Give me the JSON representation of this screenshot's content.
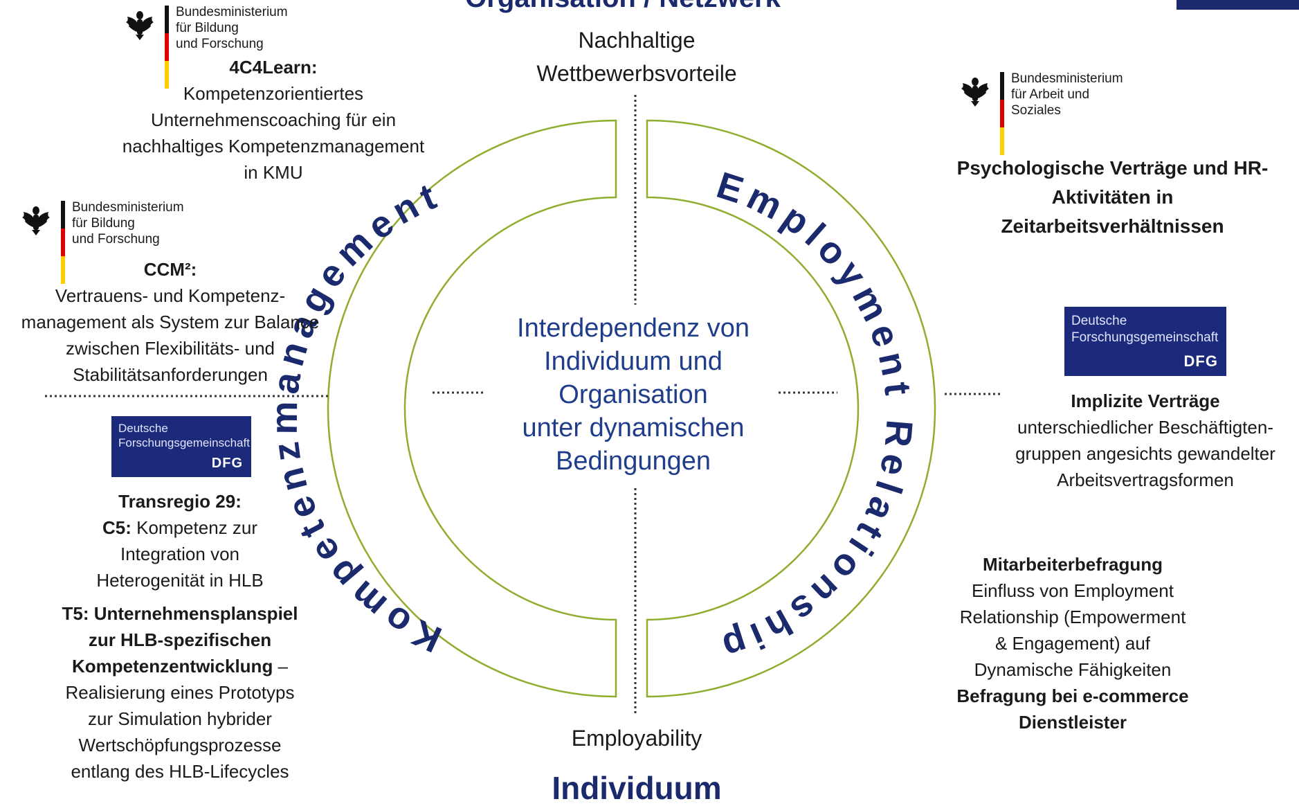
{
  "title_top": "Organisation / Netzwerk",
  "title_bottom": "Individuum",
  "top_label": [
    "Nachhaltige",
    "Wettbewerbsvorteile"
  ],
  "bottom_label": "Employability",
  "center_text": [
    "Interdependenz von",
    "Individuum und",
    "Organisation",
    "unter dynamischen",
    "Bedingungen"
  ],
  "ring_left_label": "Kompetenzmanagement",
  "ring_right_label": "Employment Relationship",
  "logos": {
    "bmbf": [
      "Bundesministerium",
      "für Bildung",
      "und Forschung"
    ],
    "bmas": [
      "Bundesministerium",
      "für Arbeit und Soziales"
    ],
    "dfg": [
      "Deutsche",
      "Forschungsgemeinschaft",
      "DFG"
    ]
  },
  "projects": {
    "p4c4": {
      "title": "4C4Learn:",
      "lines": [
        "Kompetenzorientiertes",
        "Unternehmenscoaching für ein",
        "nachhaltiges Kompetenzmanagement",
        "in KMU"
      ]
    },
    "ccm": {
      "title": "CCM²:",
      "lines": [
        "Vertrauens- und Kompetenz-",
        "management als System zur Balance",
        "zwischen Flexibilitäts- und",
        "Stabilitätsanforderungen"
      ]
    },
    "trans": {
      "title": "Transregio 29:",
      "c5_label": "C5:",
      "c5_rest": " Kompetenz zur",
      "c5_lines": [
        "Integration von",
        "Heterogenität in HLB"
      ],
      "t5_bold": [
        "T5: Unternehmensplanspiel",
        "zur HLB-spezifischen"
      ],
      "t5_bold_end": "Kompetenzentwicklung",
      "t5_dash": " –",
      "t5_lines": [
        "Realisierung eines Prototyps",
        "zur Simulation hybrider",
        "Wertschöpfungsprozesse",
        "entlang des HLB-Lifecycles"
      ]
    },
    "psych": {
      "title_lines": [
        "Psychologische Verträge und HR-",
        "Aktivitäten in",
        "Zeitarbeitsverhältnissen"
      ]
    },
    "impl": {
      "title": "Implizite Verträge",
      "lines": [
        "unterschiedlicher Beschäftigten-",
        "gruppen angesichts gewandelter",
        "Arbeitsvertragsformen"
      ]
    },
    "mit": {
      "title": "Mitarbeiterbefragung",
      "lines": [
        "Einfluss von Employment",
        "Relationship (Empowerment",
        "& Engagement) auf",
        "Dynamische Fähigkeiten"
      ],
      "bold_end": [
        "Befragung bei e-commerce",
        "Dienstleister"
      ]
    }
  },
  "colors": {
    "ring_stroke": "#8fad2e",
    "navy": "#1a2a6c",
    "center_text": "#1f3d8a",
    "dfg_bg": "#1b2a7a"
  }
}
